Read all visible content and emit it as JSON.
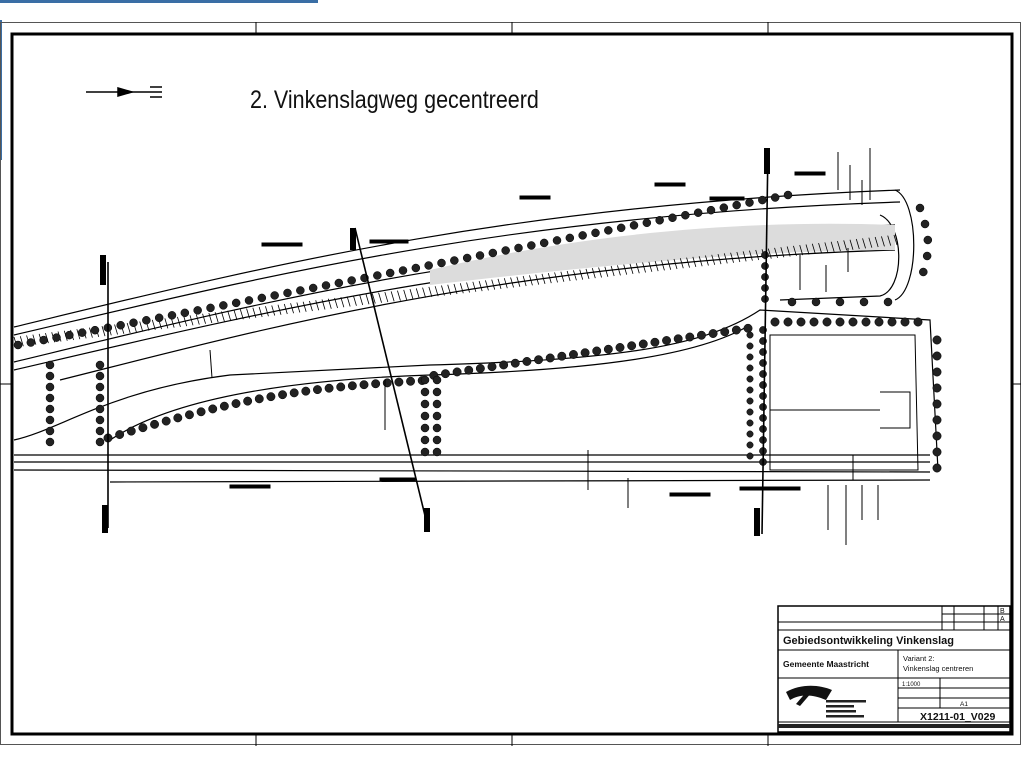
{
  "slide": {
    "title": "2. Vinkenslagweg gecentreerd"
  },
  "drawing": {
    "title_block": {
      "project": "Gebiedsontwikkeling Vinkenslag",
      "client": "Gemeente Maastricht",
      "subject_line1": "Variant 2:",
      "subject_line2": "Vinkenslag centreren",
      "scale": "1:1000",
      "format": "A1",
      "drawing_number": "X1211-01_V029",
      "revision_a": "A",
      "revision_b": "B",
      "logo": "Grontmij-logo"
    }
  },
  "colors": {
    "accent_blue": "#3a6ea5",
    "line": "#000000",
    "road_fill": "#dcdcdc"
  }
}
